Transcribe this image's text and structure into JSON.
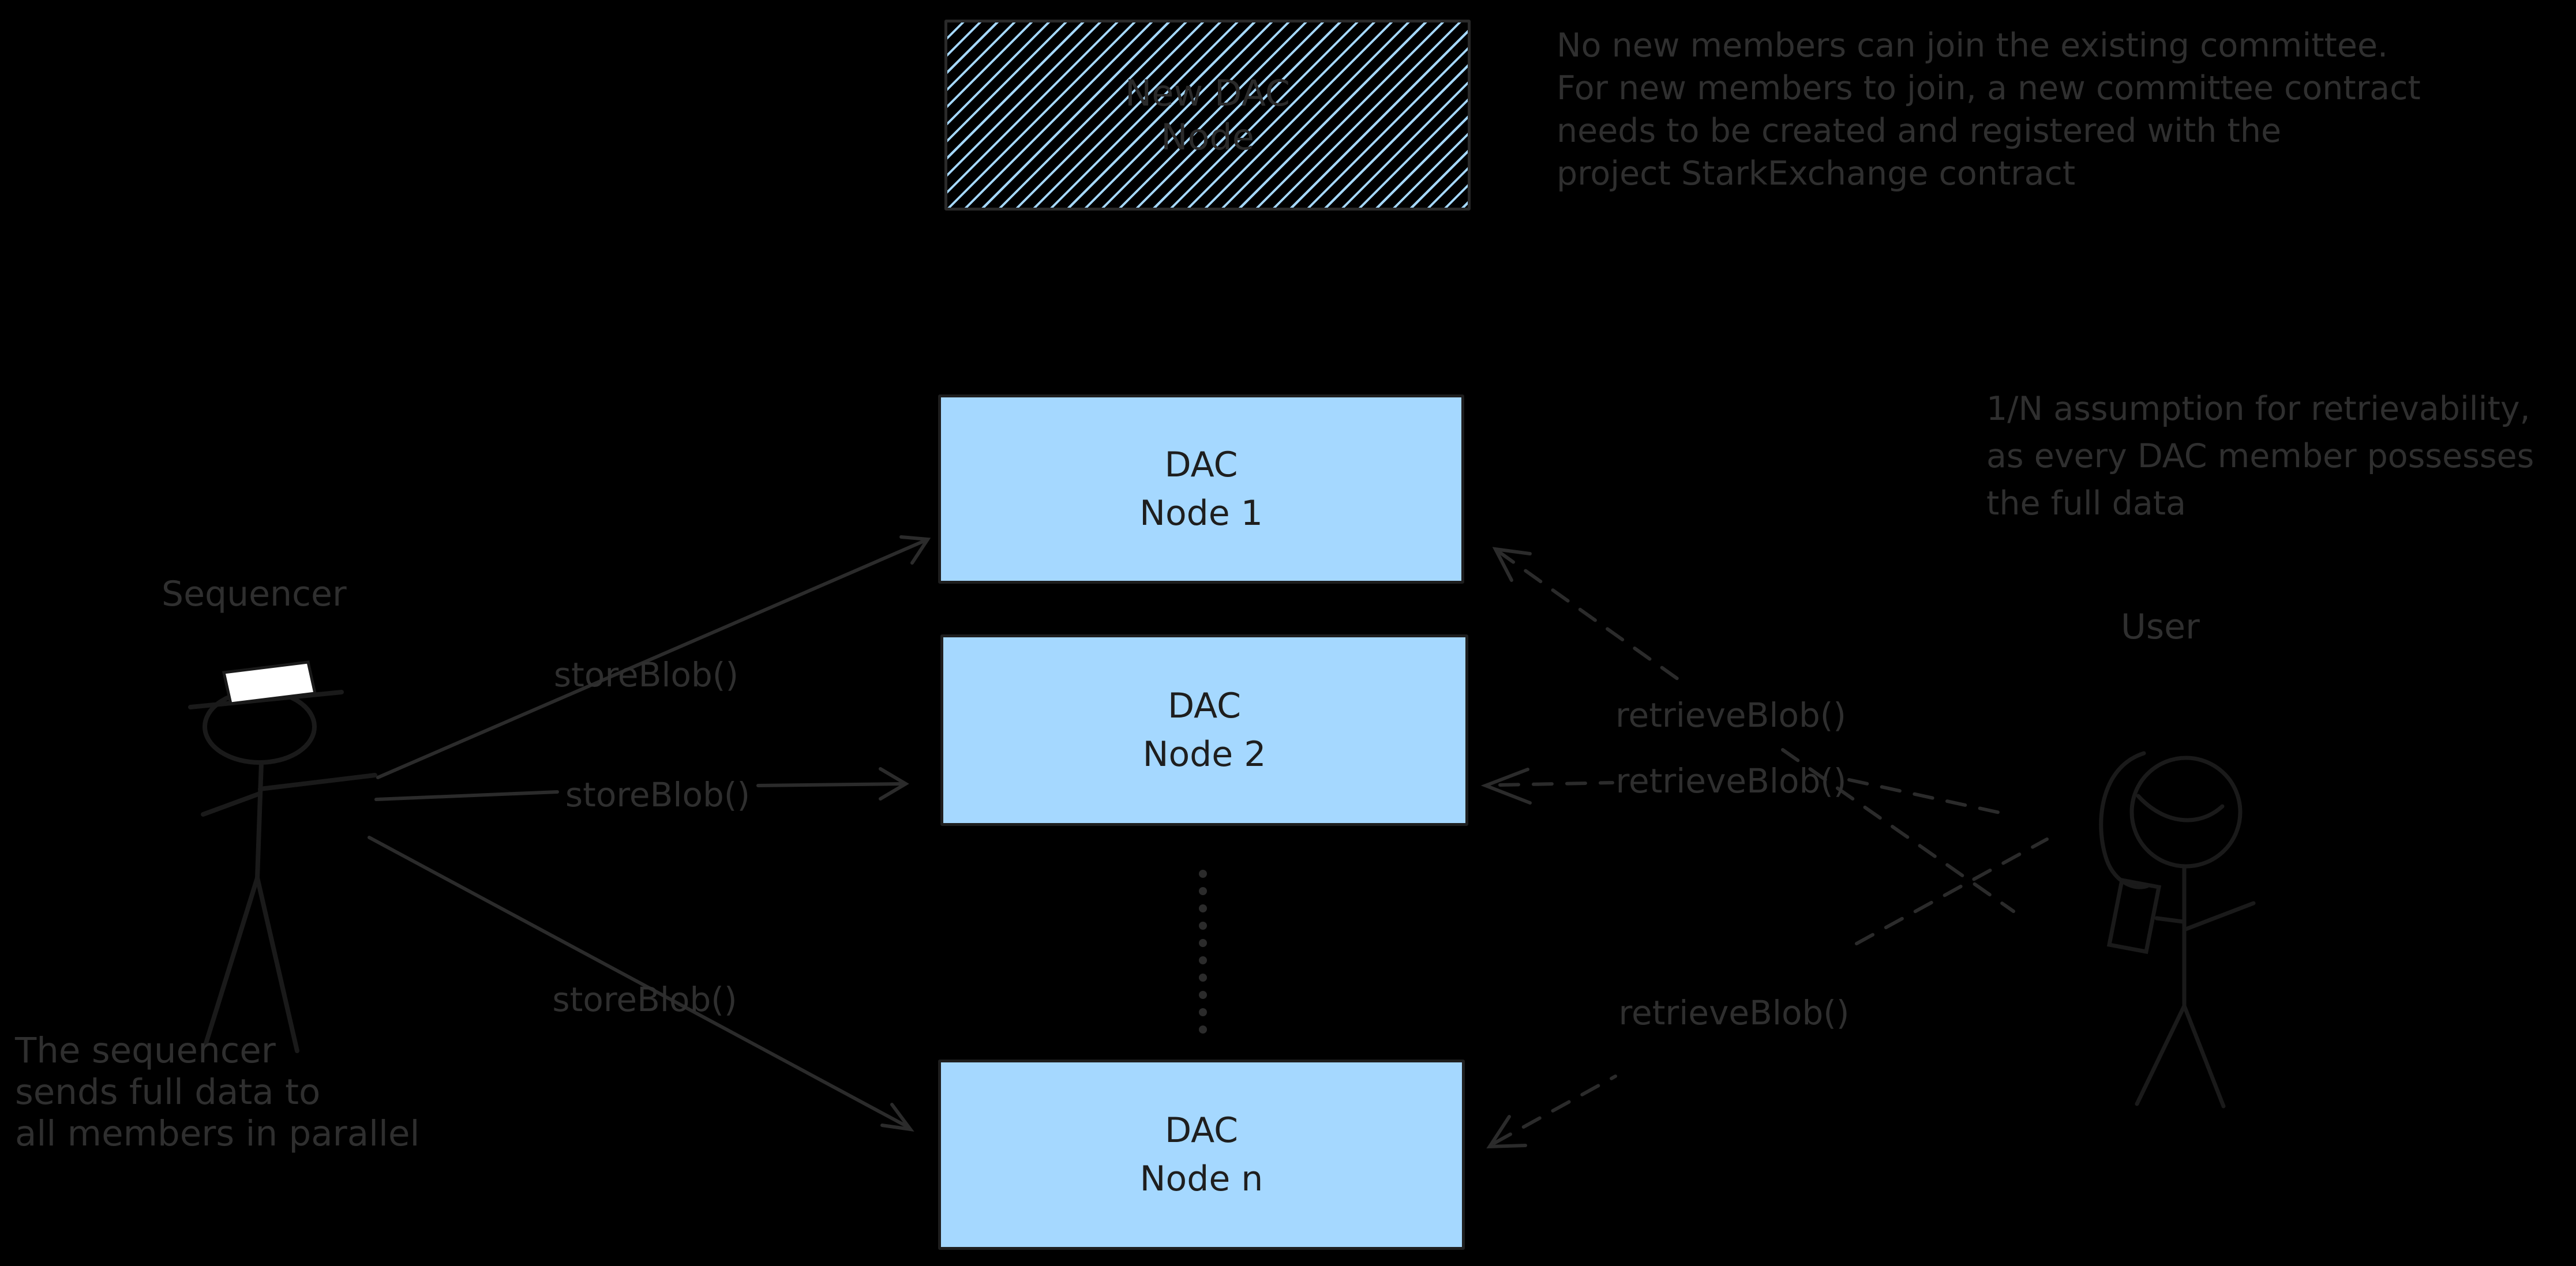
{
  "canvas": {
    "background": "#000000"
  },
  "colors": {
    "node_fill": "#a5d8ff",
    "node_border": "#1e1e1e",
    "node_text": "#1e1e1e",
    "hatch_stripe": "#a5d8ff",
    "annotation_text": "#2f2f2f",
    "arrow_stroke": "#2b2b2b",
    "figure_stroke": "#1a1a1a",
    "hat_fill": "#ffffff"
  },
  "icons": {
    "sequencer": "stick-figure-icon",
    "user": "stick-figure-icon"
  },
  "new_dac_node": {
    "line1": "New DAC",
    "line2": "Node"
  },
  "nodes": [
    {
      "line1": "DAC",
      "line2": "Node 1"
    },
    {
      "line1": "DAC",
      "line2": "Node 2"
    },
    {
      "line1": "DAC",
      "line2": "Node n"
    }
  ],
  "sequencer": {
    "label": "Sequencer"
  },
  "user": {
    "label": "User"
  },
  "arrows": {
    "store_label": "storeBlob()",
    "retrieve_label": "retrieveBlob()"
  },
  "annotations": {
    "committee": [
      "No new members can join the existing committee.",
      "For new members to join, a new committee contract",
      "needs to be created and registered with the",
      "project StarkExchange contract"
    ],
    "retrievability": [
      "1/N assumption for retrievability,",
      "as every DAC member possesses",
      "the full data"
    ],
    "parallel": [
      "The sequencer",
      "sends full data to",
      "all members in parallel"
    ]
  }
}
